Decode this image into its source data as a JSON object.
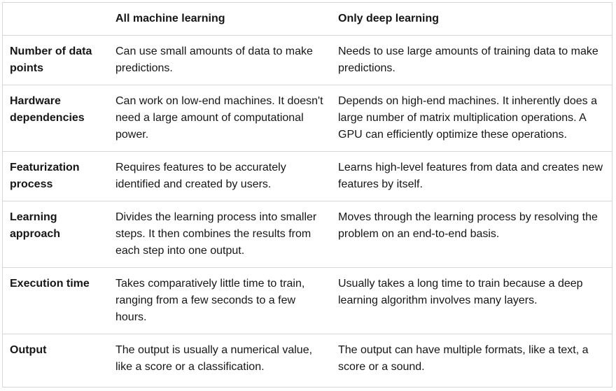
{
  "table": {
    "headers": [
      "",
      "All machine learning",
      "Only deep learning"
    ],
    "rows": [
      {
        "label": "Number of data points",
        "ml": "Can use small amounts of data to make predictions.",
        "dl": "Needs to use large amounts of training data to make predictions."
      },
      {
        "label": "Hardware dependencies",
        "ml": "Can work on low-end machines. It doesn't need a large amount of computational power.",
        "dl": "Depends on high-end machines. It inherently does a large number of matrix multiplication operations. A GPU can efficiently optimize these operations."
      },
      {
        "label": "Featurization process",
        "ml": "Requires features to be accurately identified and created by users.",
        "dl": "Learns high-level features from data and creates new features by itself."
      },
      {
        "label": "Learning approach",
        "ml": "Divides the learning process into smaller steps. It then combines the results from each step into one output.",
        "dl": "Moves through the learning process by resolving the problem on an end-to-end basis."
      },
      {
        "label": "Execution time",
        "ml": "Takes comparatively little time to train, ranging from a few seconds to a few hours.",
        "dl": "Usually takes a long time to train because a deep learning algorithm involves many layers."
      },
      {
        "label": "Output",
        "ml": "The output is usually a numerical value, like a score or a classification.",
        "dl": "The output can have multiple formats, like a text, a score or a sound."
      }
    ]
  }
}
